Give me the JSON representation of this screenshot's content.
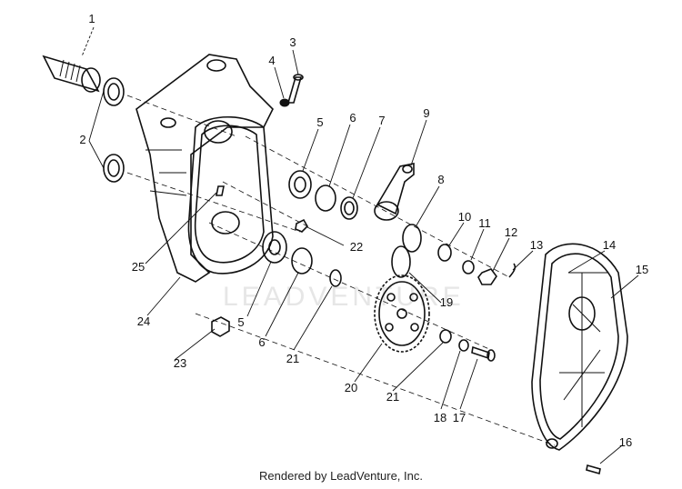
{
  "diagram": {
    "callouts": [
      {
        "id": "1",
        "text": "1"
      },
      {
        "id": "2",
        "text": "2"
      },
      {
        "id": "3",
        "text": "3"
      },
      {
        "id": "4",
        "text": "4"
      },
      {
        "id": "5a",
        "text": "5"
      },
      {
        "id": "5b",
        "text": "5"
      },
      {
        "id": "6a",
        "text": "6"
      },
      {
        "id": "6b",
        "text": "6"
      },
      {
        "id": "7",
        "text": "7"
      },
      {
        "id": "8",
        "text": "8"
      },
      {
        "id": "9",
        "text": "9"
      },
      {
        "id": "10",
        "text": "10"
      },
      {
        "id": "11",
        "text": "11"
      },
      {
        "id": "12",
        "text": "12"
      },
      {
        "id": "13",
        "text": "13"
      },
      {
        "id": "14",
        "text": "14"
      },
      {
        "id": "15",
        "text": "15"
      },
      {
        "id": "16",
        "text": "16"
      },
      {
        "id": "17",
        "text": "17"
      },
      {
        "id": "18",
        "text": "18"
      },
      {
        "id": "19",
        "text": "19"
      },
      {
        "id": "20",
        "text": "20"
      },
      {
        "id": "21a",
        "text": "21"
      },
      {
        "id": "21b",
        "text": "21"
      },
      {
        "id": "22",
        "text": "22"
      },
      {
        "id": "23",
        "text": "23"
      },
      {
        "id": "24",
        "text": "24"
      },
      {
        "id": "25",
        "text": "25"
      }
    ]
  },
  "watermark": "LEADVENTURE",
  "footer": "Rendered by LeadVenture, Inc."
}
